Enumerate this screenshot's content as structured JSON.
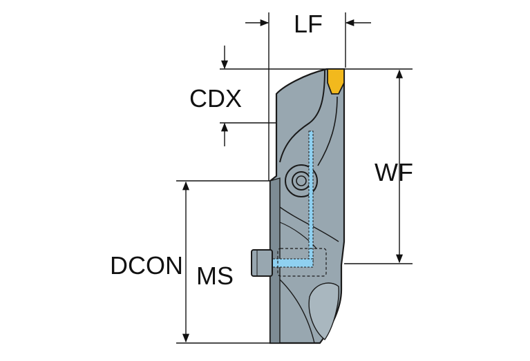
{
  "labels": {
    "lf": "LF",
    "cdx": "CDX",
    "wf": "WF",
    "dcon": "DCON",
    "dcon_subscript": "MS"
  },
  "colors": {
    "body": "#98a7b0",
    "body_shadow": "#7d8c95",
    "outline": "#1a1a1a",
    "insert": "#f2b91d",
    "coolant": "#8fd0f0",
    "dimension": "#111111"
  }
}
